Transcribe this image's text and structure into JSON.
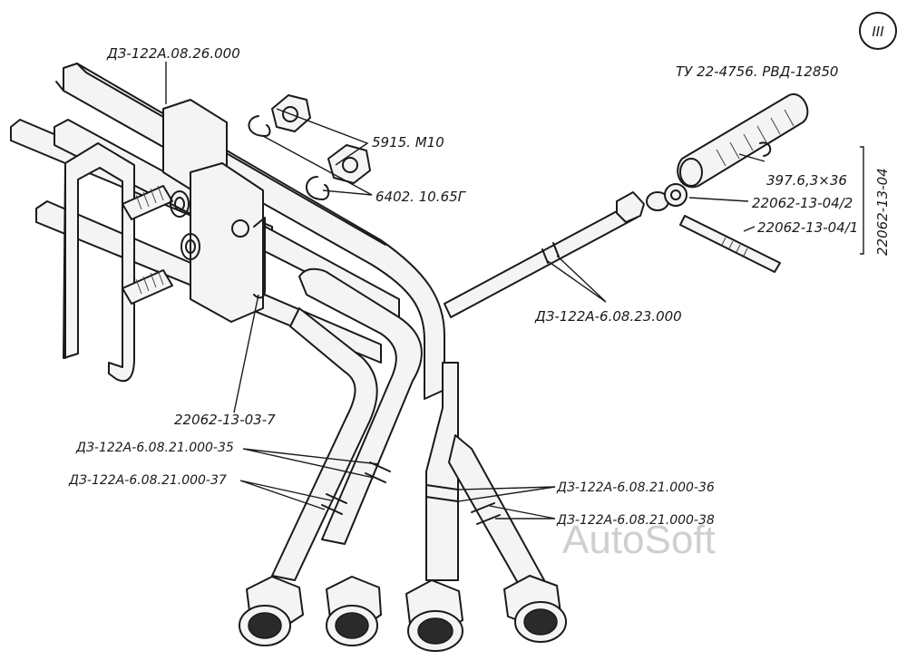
{
  "sheet_number": "III",
  "watermark": "AutoSoft",
  "labels": {
    "bracket_top": "ДЗ-122А.08.26.000",
    "nut_m10": "5915. М10",
    "washer": "6402. 10.65Г",
    "hose_spec": "ТУ 22-4756. РВД-12850",
    "clip": "397.6,3×36",
    "part_04_2": "22062-13-04/2",
    "part_04_1": "22062-13-04/1",
    "group_04": "22062-13-04",
    "tube_23": "ДЗ-122А-6.08.23.000",
    "clamp_03": "22062-13-03-7",
    "tube_35": "ДЗ-122А-6.08.21.000-35",
    "tube_37": "ДЗ-122А-6.08.21.000-37",
    "tube_36": "ДЗ-122А-6.08.21.000-36",
    "tube_38": "ДЗ-122А-6.08.21.000-38"
  }
}
